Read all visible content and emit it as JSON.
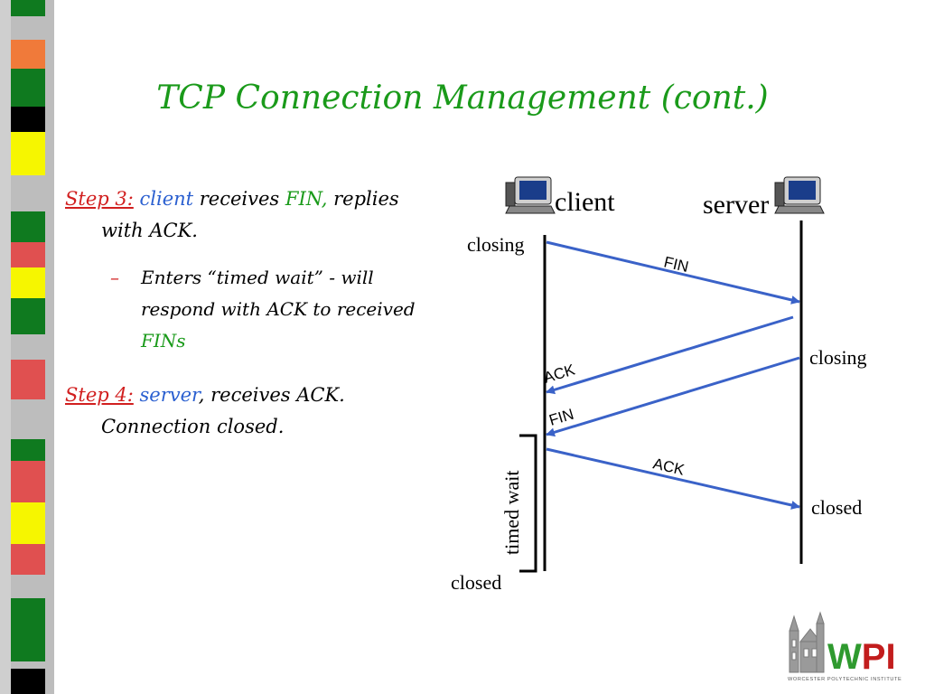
{
  "title": "TCP Connection Management (cont.)",
  "step3": {
    "label": "Step 3:",
    "part1": "client",
    "part2": " receives ",
    "part3": "FIN,",
    "part4": " replies",
    "line2": "with ACK."
  },
  "sub_bullet": {
    "dash": "–",
    "text1": "Enters “timed wait” - will respond with ACK to received ",
    "text2": "FINs"
  },
  "step4": {
    "label": "Step 4:",
    "part1": "server",
    "part2": ", receives ACK.",
    "line2": "Connection closed."
  },
  "diagram": {
    "client_label": "client",
    "server_label": "server",
    "client_state_closing": "closing",
    "server_state_closing": "closing",
    "server_state_closed": "closed",
    "client_state_closed": "closed",
    "timed_wait": "timed wait",
    "msg_fin1": "FIN",
    "msg_ack1": "ACK",
    "msg_fin2": "FIN",
    "msg_ack2": "ACK",
    "arrow_color": "#3a62c8"
  },
  "logo": {
    "text": "WPI",
    "subtitle": "WORCESTER POLYTECHNIC INSTITUTE"
  },
  "colors": {
    "title": "#1a9a1a",
    "step_label": "#d11f1f",
    "keyword_blue": "#2a5fd0",
    "keyword_green": "#1a9a1a"
  }
}
